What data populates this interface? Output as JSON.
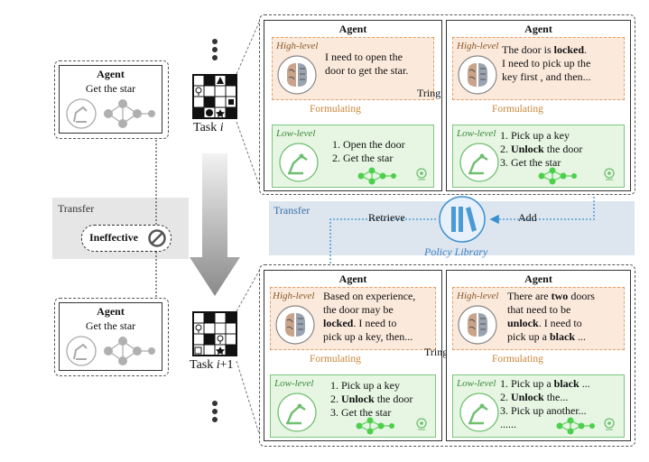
{
  "left_agent": {
    "title": "Agent",
    "task": "Get the star"
  },
  "left_agent2": {
    "title": "Agent",
    "task": "Get the star"
  },
  "task_i": {
    "prefix": "Task ",
    "var": "i",
    "suffix": ""
  },
  "task_i1": {
    "prefix": "Task ",
    "var": "i",
    "suffix": "+1"
  },
  "transfer_left": {
    "label": "Transfer",
    "status": "Ineffective"
  },
  "middle": {
    "transfer": "Transfer",
    "retrieve": "Retrieve",
    "add": "Add",
    "library": "Policy Library"
  },
  "top_left": {
    "title": "Agent",
    "high_tag": "High-level",
    "high_lines": [
      "I need to open the",
      "door to get the star."
    ],
    "formulating": "Formulating",
    "low_tag": "Low-level",
    "low_lines": [
      "1. Open the door",
      "2. Get the star"
    ]
  },
  "top_right": {
    "title": "Agent",
    "high_tag": "High-level",
    "high_l1a": "The door is ",
    "high_l1b": "locked",
    "high_l1c": ".",
    "high_l2": "I need to pick up the",
    "high_l3": "key first , and then...",
    "formulating": "Formulating",
    "low_tag": "Low-level",
    "low_l1": "1. Pick up a key",
    "low_l2a": "2. ",
    "low_l2b": "Unlock",
    "low_l2c": " the door",
    "low_l3": "3. Get the star"
  },
  "tring_top": "Tring",
  "tring_bottom": "Tring",
  "bottom_left": {
    "title": "Agent",
    "high_tag": "High-level",
    "high_l1": "Based on experience,",
    "high_l2": "the door may be",
    "high_l3a": "locked",
    "high_l3b": ". I need to",
    "high_l4": "pick up a key, then...",
    "formulating": "Formulating",
    "low_tag": "Low-level",
    "low_l1": "1. Pick up a key",
    "low_l2a": "2. ",
    "low_l2b": "Unlock",
    "low_l2c": " the door",
    "low_l3": "3. Get the star"
  },
  "bottom_right": {
    "title": "Agent",
    "high_tag": "High-level",
    "high_l1a": "There are ",
    "high_l1b": "two",
    "high_l1c": " doors",
    "high_l2": "that need to be",
    "high_l3a": "unlock",
    "high_l3b": ". I need to",
    "high_l4a": "pick up a ",
    "high_l4b": "black",
    "high_l4c": " ...",
    "formulating": "Formulating",
    "low_tag": "Low-level",
    "low_l1a": "1. Pick up a ",
    "low_l1b": "black",
    "low_l1c": " ...",
    "low_l2a": "2. ",
    "low_l2b": "Unlock",
    "low_l2c": " the...",
    "low_l3": "3. Pick up another...",
    "low_l4": "......"
  },
  "colors": {
    "high_bg": "#fbe9dc",
    "high_border": "#e2a06a",
    "low_bg": "#e6f6e3",
    "low_border": "#7cc77e",
    "dotted_blue": "#3a8fd0",
    "band": "#dde6ee"
  }
}
